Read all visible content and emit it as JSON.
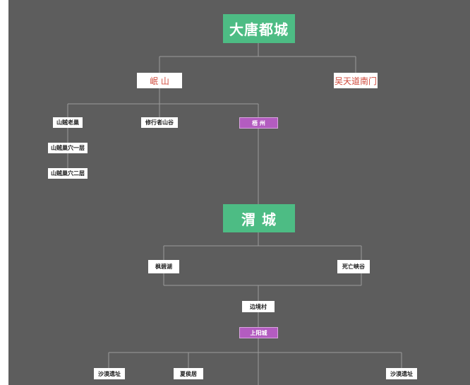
{
  "map": {
    "nodes": {
      "datang": "大唐都城",
      "shanshan": "岷 山",
      "haotian": "吴天道南门",
      "shanzeilaochao": "山贼老巢",
      "xiuxingzhe": "修行者山谷",
      "zhouzhou": "梧 州",
      "chaoxue1": "山贼巢穴一层",
      "chaoxue2": "山贼巢穴二层",
      "weicheng": "渭 城",
      "fengbihu": "枫碧湖",
      "siwang": "死亡峡谷",
      "bianjing": "边境村",
      "shangyang": "上阳城",
      "shamo1": "沙漠遗址",
      "xiahou": "夏侯居",
      "shamo2": "沙漠遗址"
    }
  }
}
